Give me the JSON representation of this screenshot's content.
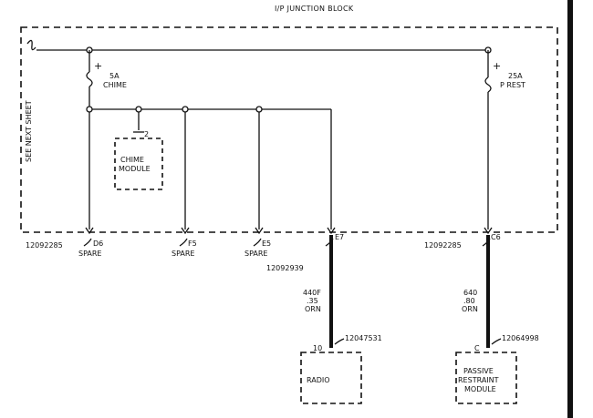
{
  "block_title": "I/P JUNCTION BLOCK",
  "side_label": "SEE NEXT SHEET",
  "fuses": [
    {
      "rating": "5A",
      "name": "CHIME",
      "polarity": "+"
    },
    {
      "rating": "25A",
      "name": "P REST",
      "polarity": "+"
    }
  ],
  "chime_module": {
    "pin": "2",
    "line1": "CHIME",
    "line2": "MODULE"
  },
  "connectors": [
    {
      "part": "12092285",
      "cavity": "D6",
      "label": "SPARE"
    },
    {
      "cavity": "F5",
      "label": "SPARE"
    },
    {
      "cavity": "E5",
      "label": "SPARE"
    },
    {
      "part": "12092939",
      "cavity": "E7"
    },
    {
      "part": "12092285",
      "cavity": "C6"
    }
  ],
  "wires": [
    {
      "circuit": "440F",
      "gauge": ".35",
      "color": "ORN"
    },
    {
      "circuit": "640",
      "gauge": ".80",
      "color": "ORN"
    }
  ],
  "radio": {
    "part": "12047531",
    "pin": "10",
    "label": "RADIO"
  },
  "restraint_module": {
    "part": "12064998",
    "pin": "C",
    "line1": "PASSIVE",
    "line2": "RESTRAINT",
    "line3": "MODULE"
  }
}
